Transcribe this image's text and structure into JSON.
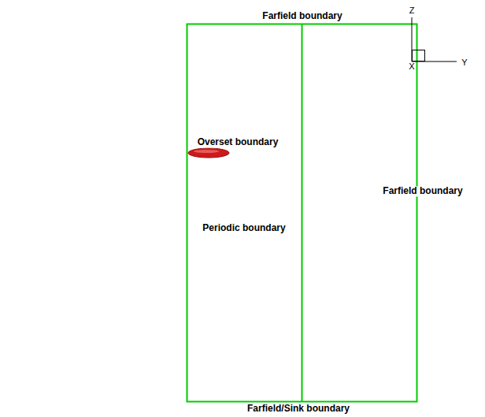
{
  "diagram": {
    "labels": [
      "Farfield boundary",
      "Z",
      "Y",
      "X",
      "Overset boundary",
      "Farfield boundary",
      "Periodic boundary",
      "Farfield/Sink boundary"
    ]
  }
}
